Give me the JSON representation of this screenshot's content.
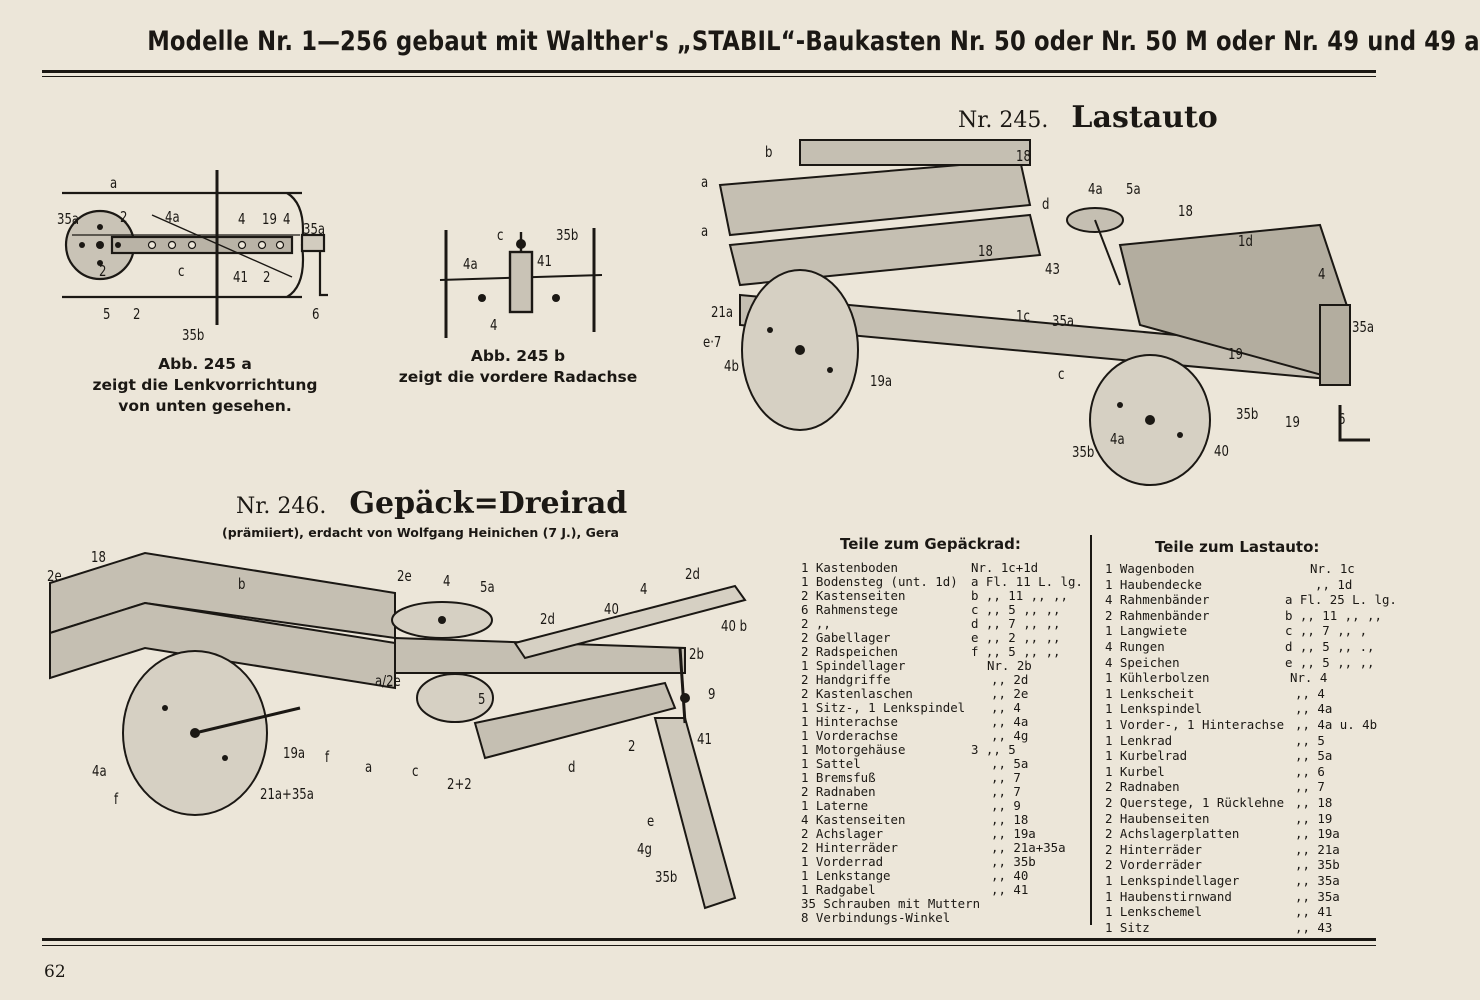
{
  "header": {
    "title": "Modelle Nr. 1—256 gebaut mit Walther's „STABIL“-Baukasten Nr. 50 oder Nr. 50 M oder Nr. 49 und 49 a"
  },
  "model_245": {
    "number": "Nr. 245.",
    "name": "Lastauto",
    "labels": [
      "b",
      "18",
      "a",
      "a",
      "d",
      "4a",
      "5a",
      "18",
      "1d",
      "18",
      "43",
      "4",
      "35a",
      "21a",
      "e·7",
      "4b",
      "1c",
      "35a",
      "19",
      "c",
      "19a",
      "35b",
      "19",
      "6",
      "35b",
      "4a",
      "40"
    ]
  },
  "figure_245a": {
    "caption_lines": [
      "Abb. 245 a",
      "zeigt die Lenkvorrichtung",
      "von unten gesehen."
    ],
    "labels": [
      "a",
      "35a",
      "2",
      "4a",
      "4",
      "19",
      "4",
      "35a",
      "2",
      "c",
      "41",
      "2",
      "5",
      "2",
      "35b",
      "6"
    ]
  },
  "figure_245b": {
    "caption_lines": [
      "Abb. 245 b",
      "zeigt die vordere Radachse"
    ],
    "labels": [
      "c",
      "35b",
      "4a",
      "41",
      "4"
    ]
  },
  "model_246": {
    "number": "Nr. 246.",
    "name": "Gepäck=Dreirad",
    "credit": "(prämiiert), erdacht von Wolfgang Heinichen (7 J.), Gera",
    "labels": [
      "18",
      "2e",
      "b",
      "2e",
      "4",
      "5a",
      "4",
      "2d",
      "40",
      "2d",
      "40 b",
      "2b",
      "a/2e",
      "5",
      "9",
      "41",
      "2",
      "19a",
      "f",
      "a",
      "c",
      "2+2",
      "d",
      "4a",
      "f",
      "21a+35a",
      "e",
      "4g",
      "35b"
    ]
  },
  "parts_gepaeckrad": {
    "heading": "Teile zum Gepäckrad:",
    "items": [
      {
        "desc": "1 Kastenboden",
        "ref": "Nr. 1c+1d"
      },
      {
        "desc": "1 Bodensteg (unt. 1d)",
        "ref": "a Fl. 11 L. lg."
      },
      {
        "desc": "2 Kastenseiten",
        "ref": "b ,, 11 ,, ,,"
      },
      {
        "desc": "6 Rahmenstege",
        "ref": "c ,, 5 ,, ,,"
      },
      {
        "desc": "2 ,,",
        "ref": "d ,, 7 ,, ,,"
      },
      {
        "desc": "2 Gabellager",
        "ref": "e ,, 2 ,, ,,"
      },
      {
        "desc": "2 Radspeichen",
        "ref": "f ,, 5 ,, ,,"
      },
      {
        "desc": "1 Spindellager",
        "ref": "Nr. 2b"
      },
      {
        "desc": "2 Handgriffe",
        "ref": ",, 2d"
      },
      {
        "desc": "2 Kastenlaschen",
        "ref": ",, 2e"
      },
      {
        "desc": "1 Sitz-, 1 Lenkspindel",
        "ref": ",, 4"
      },
      {
        "desc": "1 Hinterachse",
        "ref": ",, 4a"
      },
      {
        "desc": "1 Vorderachse",
        "ref": ",, 4g"
      },
      {
        "desc": "1 Motorgehäuse",
        "ref": "3 ,, 5"
      },
      {
        "desc": "1 Sattel",
        "ref": ",, 5a"
      },
      {
        "desc": "1 Bremsfuß",
        "ref": ",, 7"
      },
      {
        "desc": "2 Radnaben",
        "ref": ",, 7"
      },
      {
        "desc": "1 Laterne",
        "ref": ",, 9"
      },
      {
        "desc": "4 Kastenseiten",
        "ref": ",, 18"
      },
      {
        "desc": "2 Achslager",
        "ref": ",, 19a"
      },
      {
        "desc": "2 Hinterräder",
        "ref": ",, 21a+35a"
      },
      {
        "desc": "1 Vorderrad",
        "ref": ",, 35b"
      },
      {
        "desc": "1 Lenkstange",
        "ref": ",, 40"
      },
      {
        "desc": "1 Radgabel",
        "ref": ",, 41"
      },
      {
        "desc": "35 Schrauben mit Muttern",
        "ref": ""
      },
      {
        "desc": "8 Verbindungs-Winkel",
        "ref": ""
      }
    ]
  },
  "parts_lastauto": {
    "heading": "Teile zum Lastauto:",
    "items": [
      {
        "desc": "1 Wagenboden",
        "ref": "Nr. 1c"
      },
      {
        "desc": "1 Haubendecke",
        "ref": ",, 1d"
      },
      {
        "desc": "4 Rahmenbänder",
        "ref": "a Fl. 25 L. lg."
      },
      {
        "desc": "2 Rahmenbänder",
        "ref": "b ,, 11 ,, ,,"
      },
      {
        "desc": "1 Langwiete",
        "ref": "c ,, 7 ,, ,"
      },
      {
        "desc": "4 Rungen",
        "ref": "d ,, 5 ,, .,"
      },
      {
        "desc": "4 Speichen",
        "ref": "e ,, 5 ,, ,,"
      },
      {
        "desc": "1 Kühlerbolzen",
        "ref": "Nr. 4"
      },
      {
        "desc": "1 Lenkscheit",
        "ref": ",, 4"
      },
      {
        "desc": "1 Lenkspindel",
        "ref": ",, 4a"
      },
      {
        "desc": "1 Vorder-, 1 Hinterachse",
        "ref": ",, 4a u. 4b"
      },
      {
        "desc": "1 Lenkrad",
        "ref": ",, 5"
      },
      {
        "desc": "1 Kurbelrad",
        "ref": ",, 5a"
      },
      {
        "desc": "1 Kurbel",
        "ref": ",, 6"
      },
      {
        "desc": "2 Radnaben",
        "ref": ",, 7"
      },
      {
        "desc": "2 Querstege, 1 Rücklehne",
        "ref": ",, 18"
      },
      {
        "desc": "2 Haubenseiten",
        "ref": ",, 19"
      },
      {
        "desc": "2 Achslagerplatten",
        "ref": ",, 19a"
      },
      {
        "desc": "2 Hinterräder",
        "ref": ",, 21a"
      },
      {
        "desc": "2 Vorderräder",
        "ref": ",, 35b"
      },
      {
        "desc": "1 Lenkspindellager",
        "ref": ",, 35a"
      },
      {
        "desc": "1 Haubenstirnwand",
        "ref": ",, 35a"
      },
      {
        "desc": "1 Lenkschemel",
        "ref": ",, 41"
      },
      {
        "desc": "1 Sitz",
        "ref": ",, 43"
      }
    ]
  },
  "footer": {
    "page_number": "62"
  },
  "colors": {
    "paper": "#ece6d9",
    "ink": "#1b1814",
    "metal": "#b9b3a6"
  }
}
